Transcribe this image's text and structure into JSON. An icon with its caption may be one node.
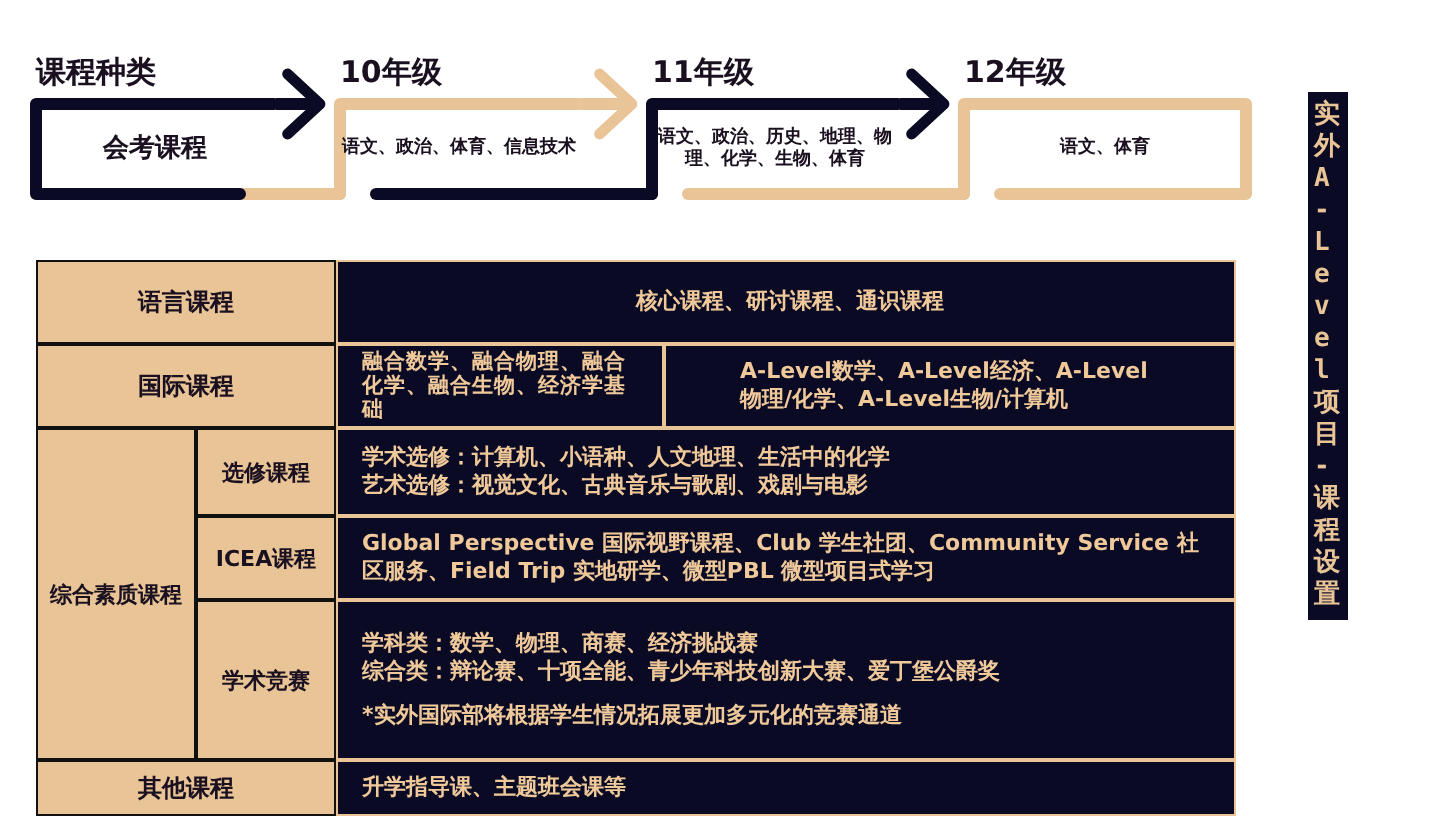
{
  "diagram": {
    "title": "实外A-Level项目-课程设置",
    "nodes": [
      {
        "text": [
          "课程种类",
          "会考课程"
        ]
      },
      {
        "text": [
          "10年级",
          "语文、政治、体育、信息技术"
        ]
      },
      {
        "text": [
          "11年级",
          "语文、政治、历史、地理、物理、化学、生物、体育"
        ]
      },
      {
        "text": [
          "12年级",
          "语文、体育"
        ]
      }
    ],
    "edges": [
      {
        "from": 0,
        "to": 1,
        "arrow": "to",
        "color": "#0b0a24"
      },
      {
        "from": 1,
        "to": 2,
        "arrow": "to",
        "color": "#e8c496"
      },
      {
        "from": 2,
        "to": 3,
        "arrow": "to",
        "color": "#0b0a24"
      }
    ],
    "labels": [
      "语言课程",
      "核心课程、研讨课程、通识课程",
      "国际课程",
      "融合数学、融合物理、融合化学、融合生物、经济学基础",
      "A-Level数学、A-Level经济、A-Level物理/化学、A-Level生物/计算机",
      "综合素质课程",
      "选修课程",
      "学术选修：计算机、小语种、人文地理、生活中的化学",
      "艺术选修：视觉文化、古典音乐与歌剧、戏剧与电影",
      "ICEA课程",
      "Global Perspective 国际视野课程、Club 学生社团、Community Service 社区服务、Field Trip 实地研学、微型PBL 微型项目式学习",
      "学术竞赛",
      "学科类：数学、物理、商赛、经济挑战赛",
      "综合类：辩论赛、十项全能、青少年科技创新大赛、爱丁堡公爵奖",
      "*实外国际部将根据学生情况拓展更加多元化的竞赛通道",
      "其他课程",
      "升学指导课、主题班会课等"
    ]
  }
}
